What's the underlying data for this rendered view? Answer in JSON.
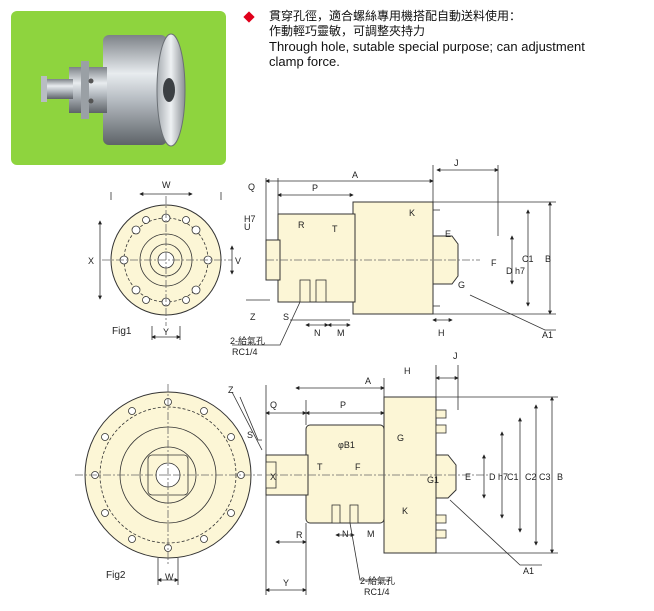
{
  "description": {
    "zh_line1": "貫穿孔徑，適合螺絲專用機搭配自動送料使用：",
    "zh_line2": "作動輕巧靈敏，可調整夾持力",
    "en_line1": "Through hole, sutable special purpose; can adjustment",
    "en_line2": "clamp force."
  },
  "fig1": {
    "caption": "Fig1",
    "labels": {
      "W": "W",
      "X": "X",
      "Y": "Y",
      "U": "U",
      "V": "V",
      "H7": "H7",
      "Q": "Q",
      "P": "P",
      "A": "A",
      "R": "R",
      "T": "T",
      "S": "S",
      "Z": "Z",
      "N": "N",
      "M": "M",
      "J": "J",
      "K": "K",
      "E": "E",
      "F": "F",
      "G": "G",
      "H": "H",
      "Dh7": "D h7",
      "C1": "C1",
      "B": "B",
      "A1": "A1"
    },
    "port_note_1": "2-給氣孔",
    "port_note_2": "RC1/4"
  },
  "fig2": {
    "caption": "Fig2",
    "labels": {
      "Z": "Z",
      "S": "S",
      "X": "X",
      "W": "W",
      "Y": "Y",
      "Q": "Q",
      "P": "P",
      "A": "A",
      "H": "H",
      "J": "J",
      "R": "R",
      "T": "T",
      "phiB1": "φB1",
      "F": "F",
      "N": "N",
      "M": "M",
      "G": "G",
      "G1": "G1",
      "E": "E",
      "K": "K",
      "Dh7": "D h7",
      "C1": "C1",
      "C2": "C2",
      "C3": "C3",
      "B": "B",
      "A1": "A1"
    },
    "port_note_1": "2-給氣孔",
    "port_note_2": "RC1/4"
  },
  "colors": {
    "photo_bg": "#8ed43e",
    "drawing_fill": "#fcf6d6",
    "accent": "#e0001b"
  }
}
